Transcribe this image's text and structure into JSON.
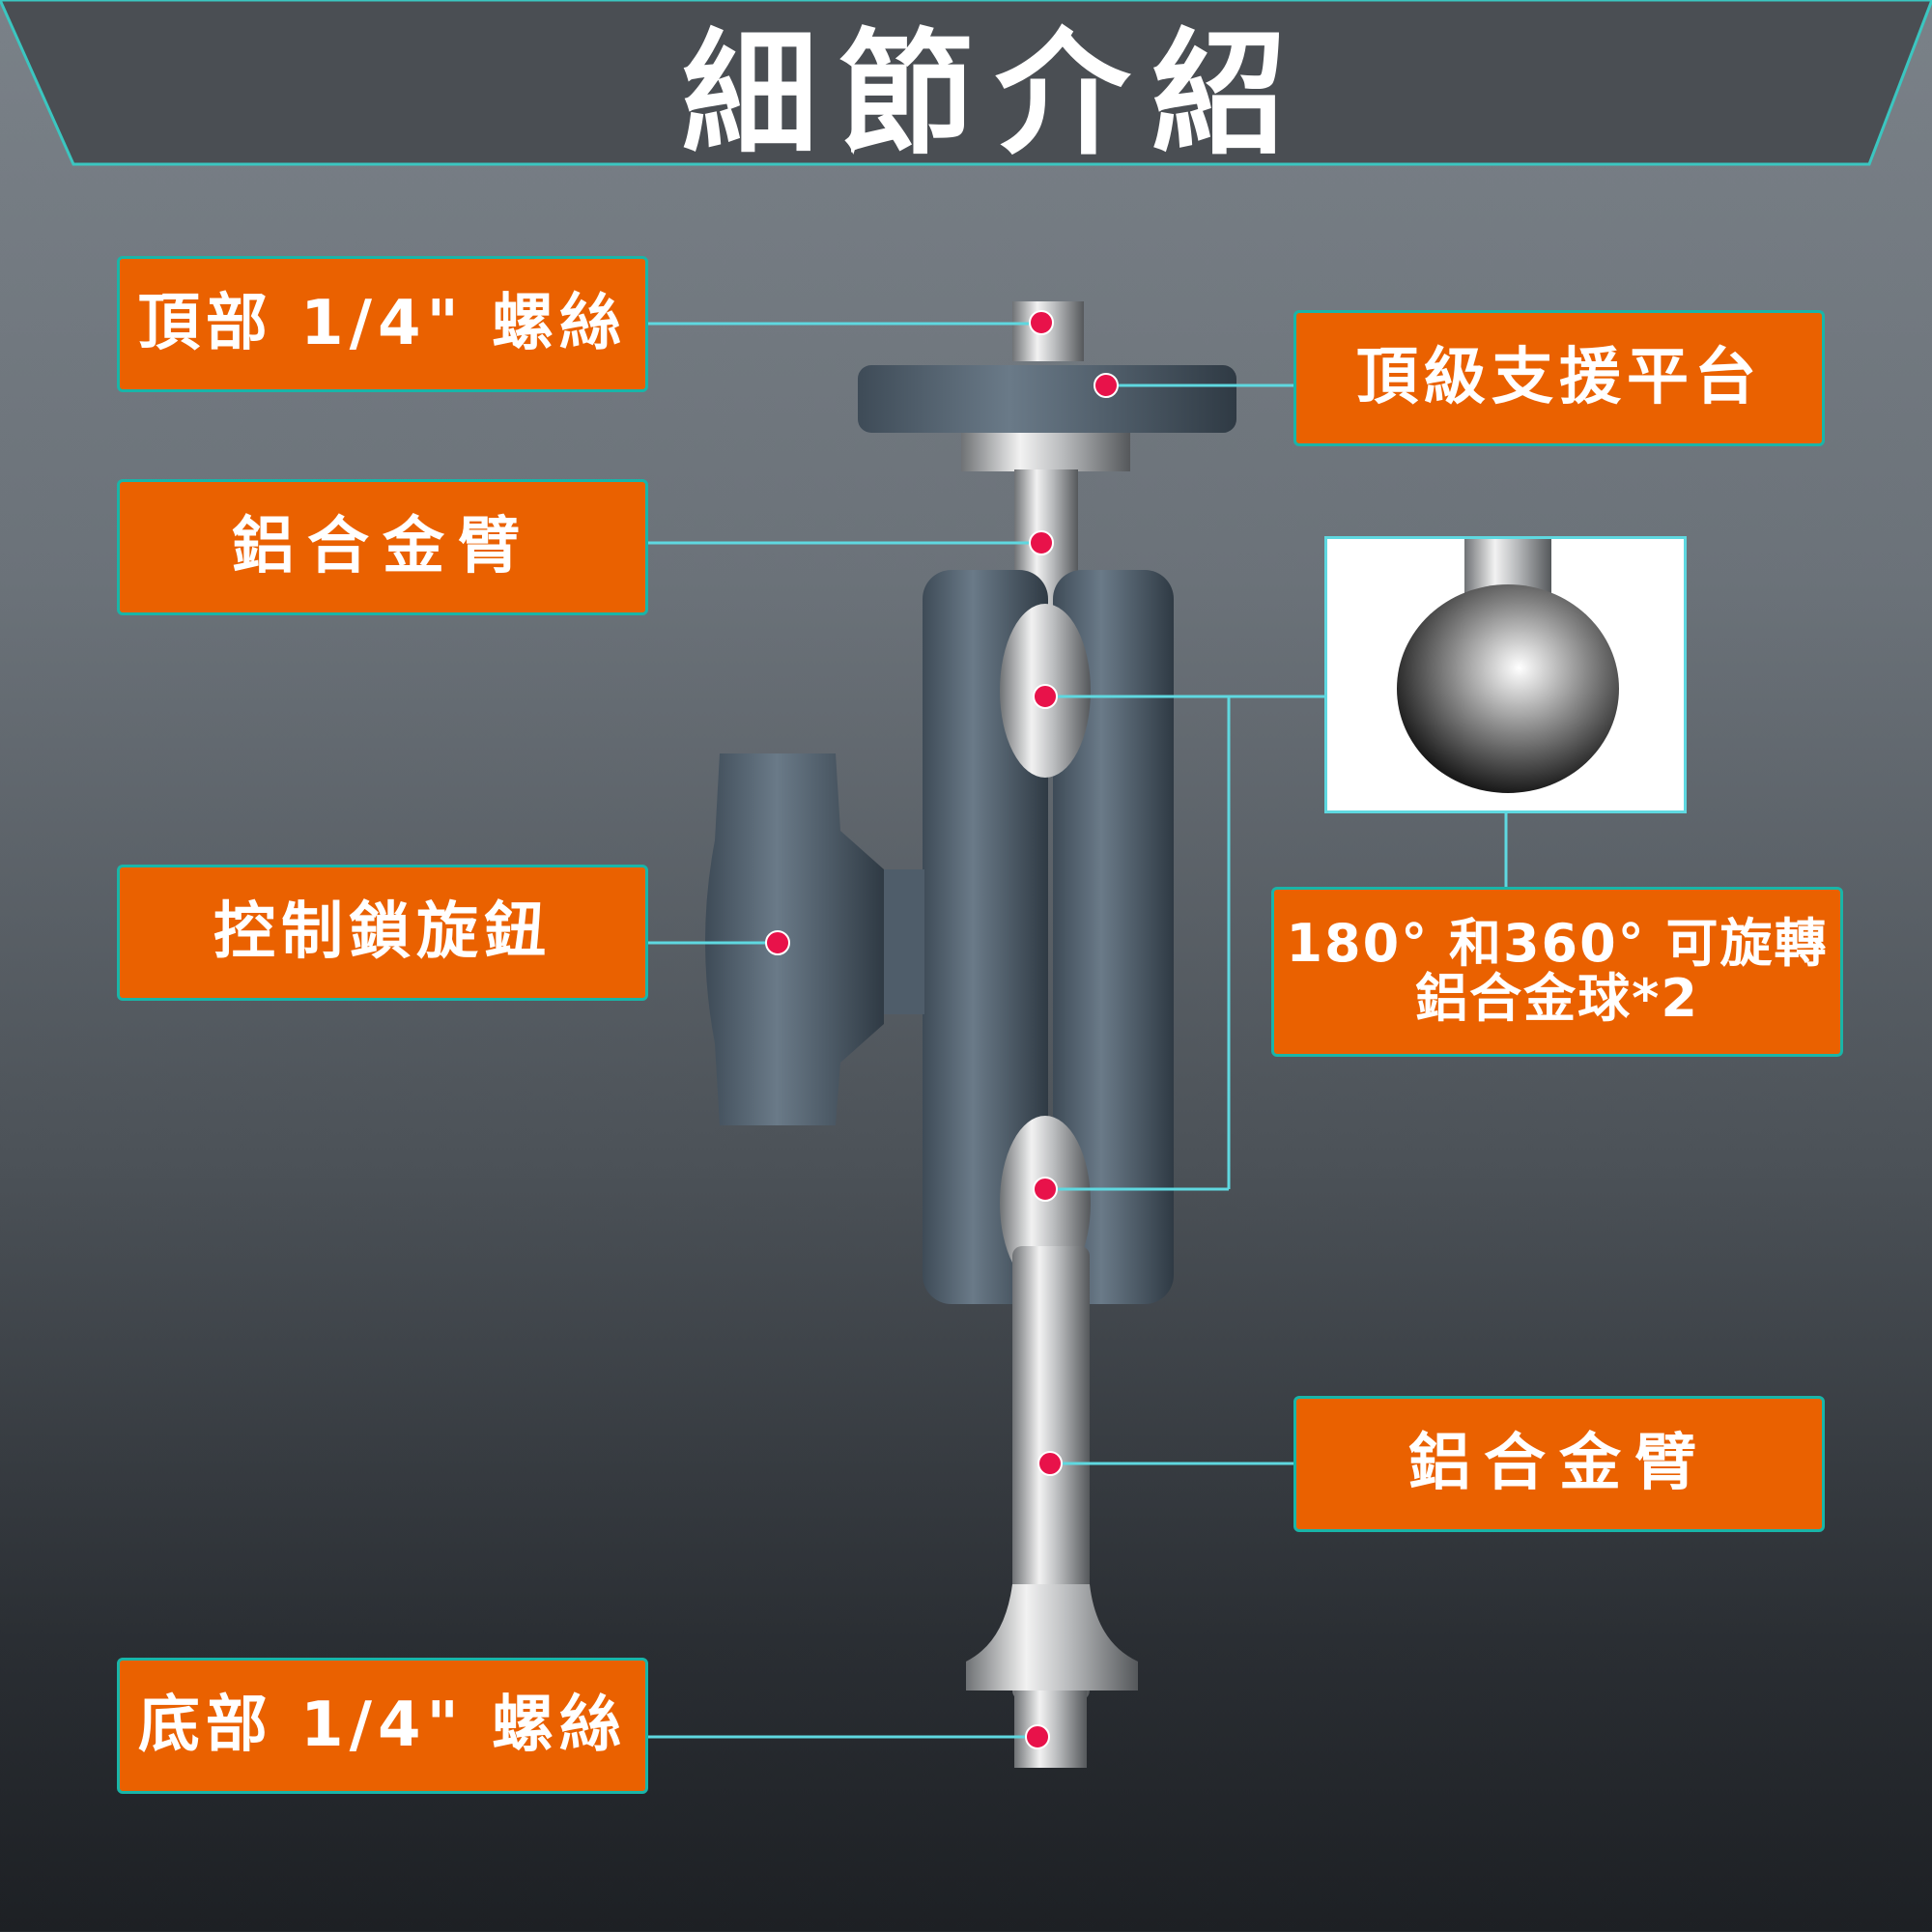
{
  "header": {
    "title": "細節介紹"
  },
  "labels": {
    "top_screw": "頂部 1/4\" 螺絲",
    "top_platform": "頂級支援平台",
    "arm_upper": "鋁合金臂",
    "lock_knob": "控制鎖旋鈕",
    "ball_line1": "180° 和360° 可旋轉",
    "ball_line2": "鋁合金球*2",
    "arm_lower": "鋁合金臂",
    "bottom_screw": "底部 1/4\" 螺絲"
  },
  "colors": {
    "label_bg": "#ea6100",
    "border": "#19b5a8",
    "leader": "#5fd8e0",
    "dot": "#e8124a"
  }
}
